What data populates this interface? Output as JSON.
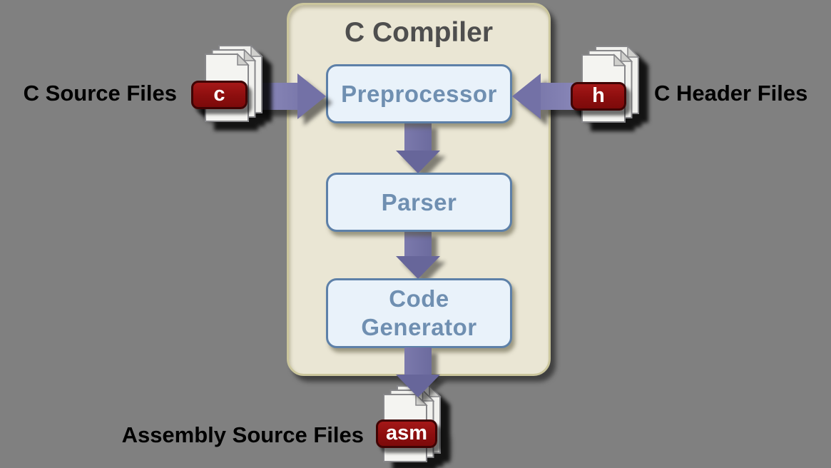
{
  "diagram": {
    "background_color": "#808080",
    "compiler": {
      "title": "C Compiler",
      "panel_fill": "#eae6d4",
      "panel_border": "#cbc69c",
      "title_color": "#4e4e4e",
      "stage_fill": "#e9f2fa",
      "stage_border": "#5d80a8",
      "stage_text_color": "#6f8fb1",
      "stages": [
        {
          "id": "preprocessor",
          "label": "Preprocessor"
        },
        {
          "id": "parser",
          "label": "Parser"
        },
        {
          "id": "codegen",
          "label": "Code Generator"
        }
      ]
    },
    "inputs": [
      {
        "id": "c-source",
        "label": "C Source Files",
        "badge": "c"
      },
      {
        "id": "c-header",
        "label": "C Header Files",
        "badge": "h"
      }
    ],
    "output": {
      "id": "assembly",
      "label": "Assembly Source Files",
      "badge": "asm"
    },
    "arrows": [
      {
        "from": "c-source",
        "to": "preprocessor",
        "direction": "right"
      },
      {
        "from": "c-header",
        "to": "preprocessor",
        "direction": "left"
      },
      {
        "from": "preprocessor",
        "to": "parser",
        "direction": "down"
      },
      {
        "from": "parser",
        "to": "codegen",
        "direction": "down"
      },
      {
        "from": "codegen",
        "to": "assembly",
        "direction": "down"
      }
    ],
    "arrow_color": "#6c6b9e",
    "badge_fill": "#8c0e0e",
    "badge_border": "#3f0404",
    "badge_text_color": "#ffffff",
    "label_text_color": "#000000",
    "page_fill": "#f1f1ee",
    "page_stroke": "#87878a"
  }
}
